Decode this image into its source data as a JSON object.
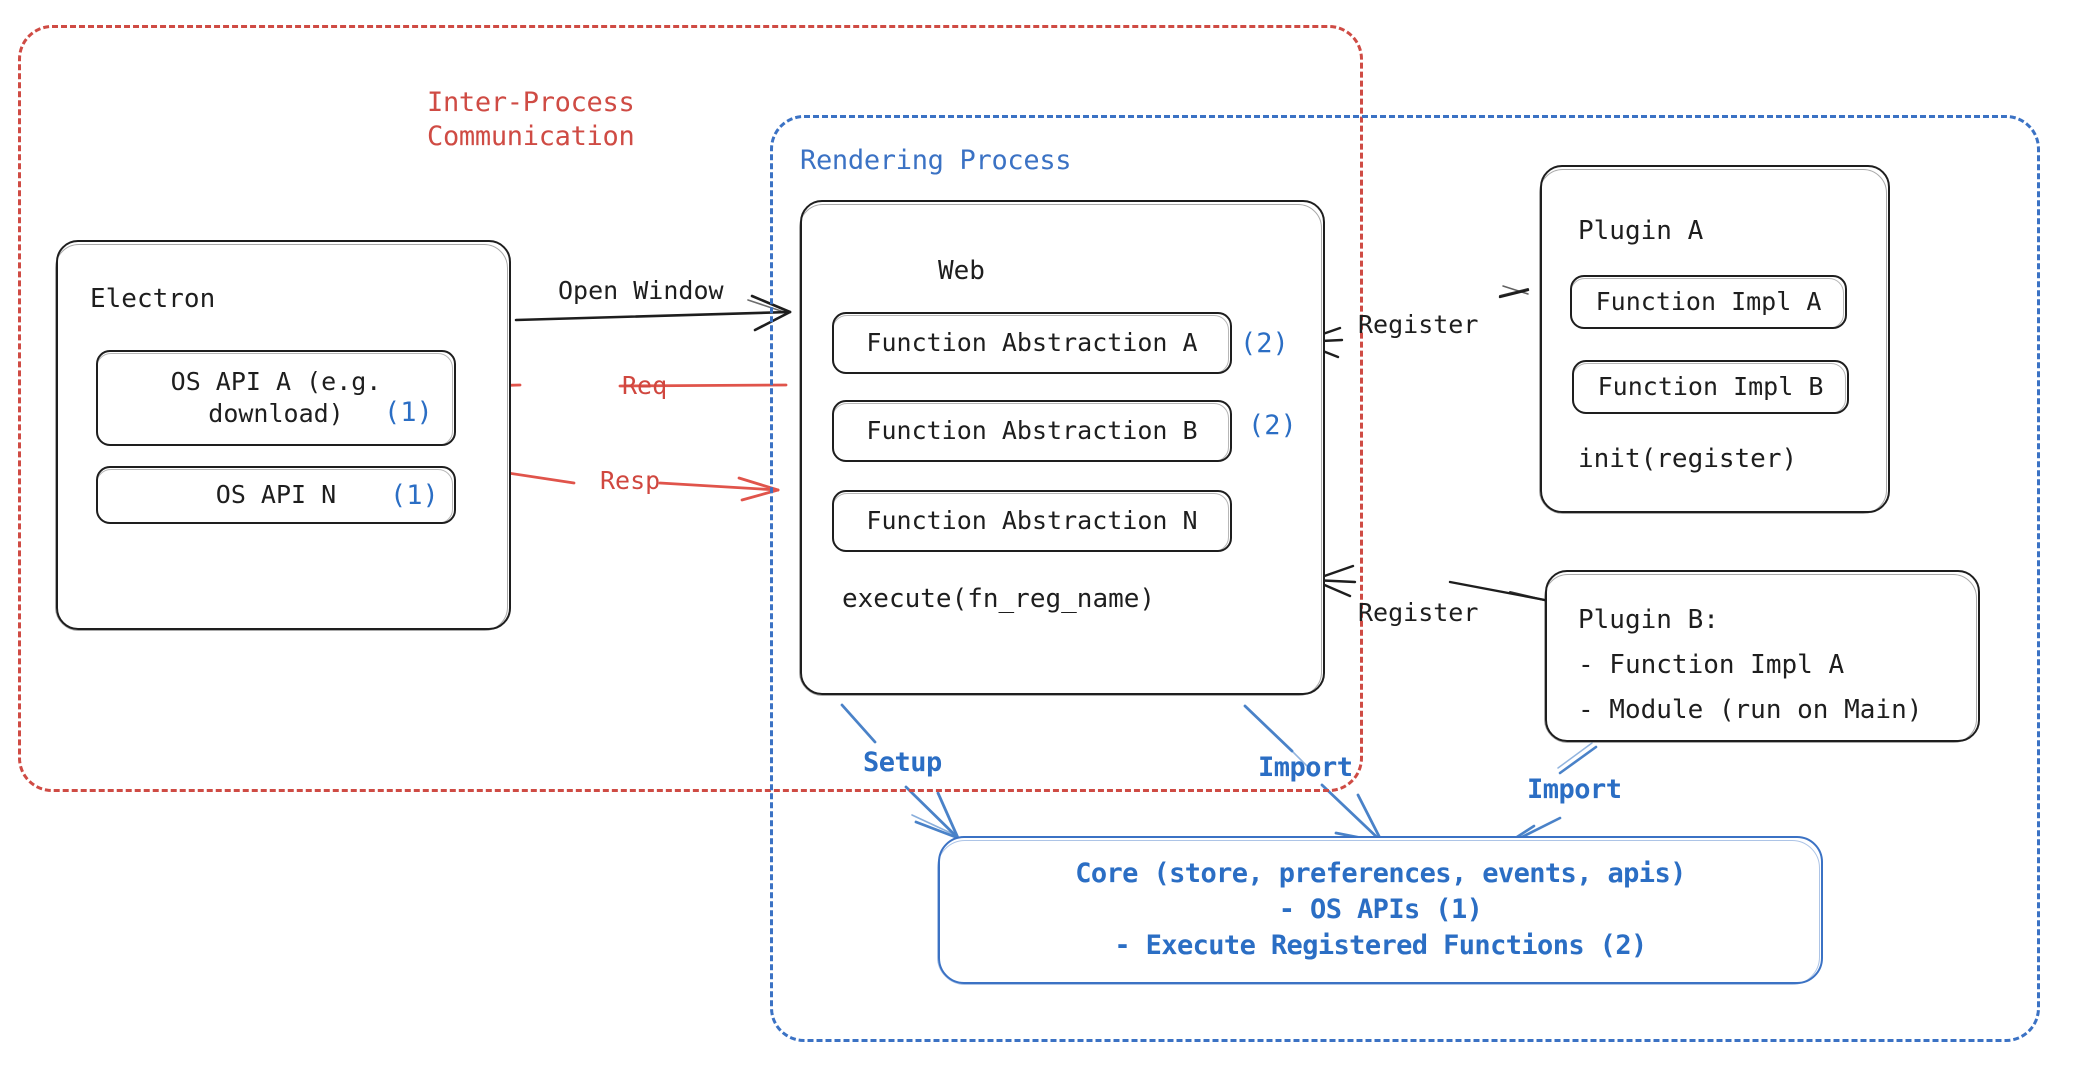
{
  "diagram": {
    "title": "Electron plugin architecture",
    "colors": {
      "ipc_red": "#cf4b44",
      "render_blue": "#3b72c4",
      "tag_blue": "#2b6ec4",
      "stroke_black": "#1e1e1e",
      "background": "#ffffff"
    }
  },
  "groups": {
    "ipc": {
      "title": "Inter-Process\nCommunication",
      "style": "dashed",
      "color": "#cf4b44"
    },
    "rendering": {
      "title": "Rendering Process",
      "style": "dashed",
      "color": "#3b72c4"
    }
  },
  "electron": {
    "title": "Electron",
    "items": [
      {
        "label": "OS API A (e.g.\ndownload)",
        "tag": "(1)"
      },
      {
        "label": "OS API N",
        "tag": "(1)"
      }
    ]
  },
  "web": {
    "title": "Web",
    "items": [
      {
        "label": "Function Abstraction A",
        "tag": "(2)"
      },
      {
        "label": "Function Abstraction B",
        "tag": "(2)"
      },
      {
        "label": "Function Abstraction N",
        "tag": ""
      }
    ],
    "footer": "execute(fn_reg_name)"
  },
  "plugin_a": {
    "title": "Plugin A",
    "items": [
      {
        "label": "Function Impl A"
      },
      {
        "label": "Function Impl B"
      }
    ],
    "footer": "init(register)"
  },
  "plugin_b": {
    "lines": [
      "Plugin B:",
      "- Function Impl A",
      "- Module (run on Main)"
    ]
  },
  "core": {
    "lines": [
      "Core (store, preferences, events, apis)",
      "- OS APIs (1)",
      "- Execute Registered Functions (2)"
    ]
  },
  "edges": {
    "open_window": "Open Window",
    "req": "Req",
    "resp": "Resp",
    "register_top": "Register",
    "register_bottom": "Register",
    "setup": "Setup",
    "import_web": "Import",
    "import_plugin_b": "Import"
  }
}
